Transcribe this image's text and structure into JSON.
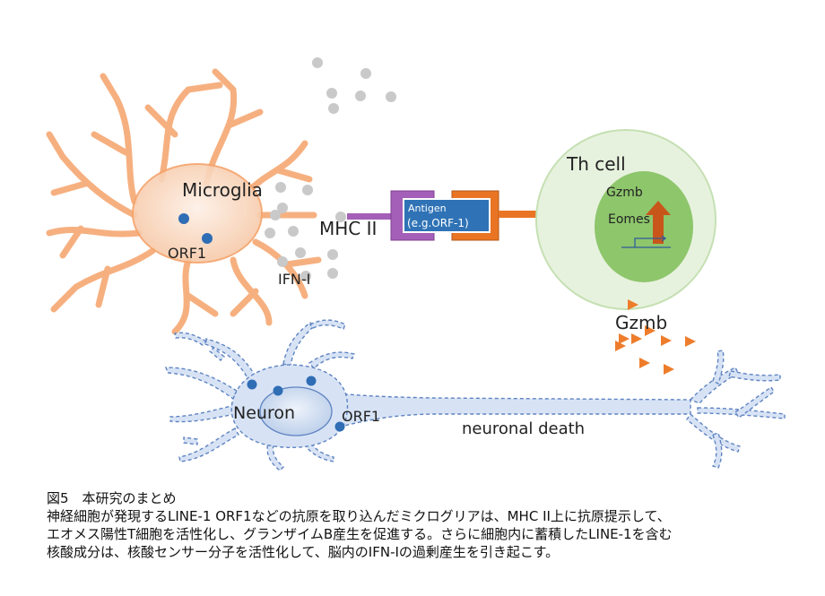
{
  "labels": {
    "microglia": "Microglia",
    "orf1_microglia": "ORF1",
    "ifn": "IFN-I",
    "mhc": "MHC II",
    "antigen_line1": "Antigen",
    "antigen_line2": "(e.g.ORF-1)",
    "th_cell": "Th cell",
    "gzmb_inner": "Gzmb",
    "eomes": "Eomes",
    "gzmb_release": "Gzmb",
    "neuron": "Neuron",
    "orf1_neuron": "ORF1",
    "neuronal_death": "neuronal death"
  },
  "caption": {
    "title": "図5　本研究のまとめ",
    "line1": "神経細胞が発現するLINE-1 ORF1などの抗原を取り込んだミクログリアは、MHC II上に抗原提示して、",
    "line2": "エオメス陽性T細胞を活性化し、グランザイムB産生を促進する。さらに細胞内に蓄積したLINE-1を含む",
    "line3": "核酸成分は、核酸センサー分子を活性化して、脳内のIFN-Iの過剰産生を引き起こす。"
  },
  "colors": {
    "microglia": "#f5a36a",
    "microglia_body": "#fbe0cd",
    "orf1_dot": "#2f6db5",
    "ifn_dot": "#c9c9c9",
    "mhc_purple": "#a45fb8",
    "antigen_blue": "#2f73b6",
    "tcr_orange": "#e97524",
    "th_outer": "#e7f2de",
    "th_inner": "#8ec66c",
    "arrow_up": "#c8561a",
    "gzmb_triangle": "#ee7d2b",
    "neuron_fill": "#d7e3f5",
    "neuron_stroke": "#5f83c1"
  },
  "icons": [
    "microglia-cell",
    "neuron-cell",
    "th-cell",
    "mhc-ii-receptor",
    "upregulation-arrow",
    "gene-promoter-arrow"
  ]
}
